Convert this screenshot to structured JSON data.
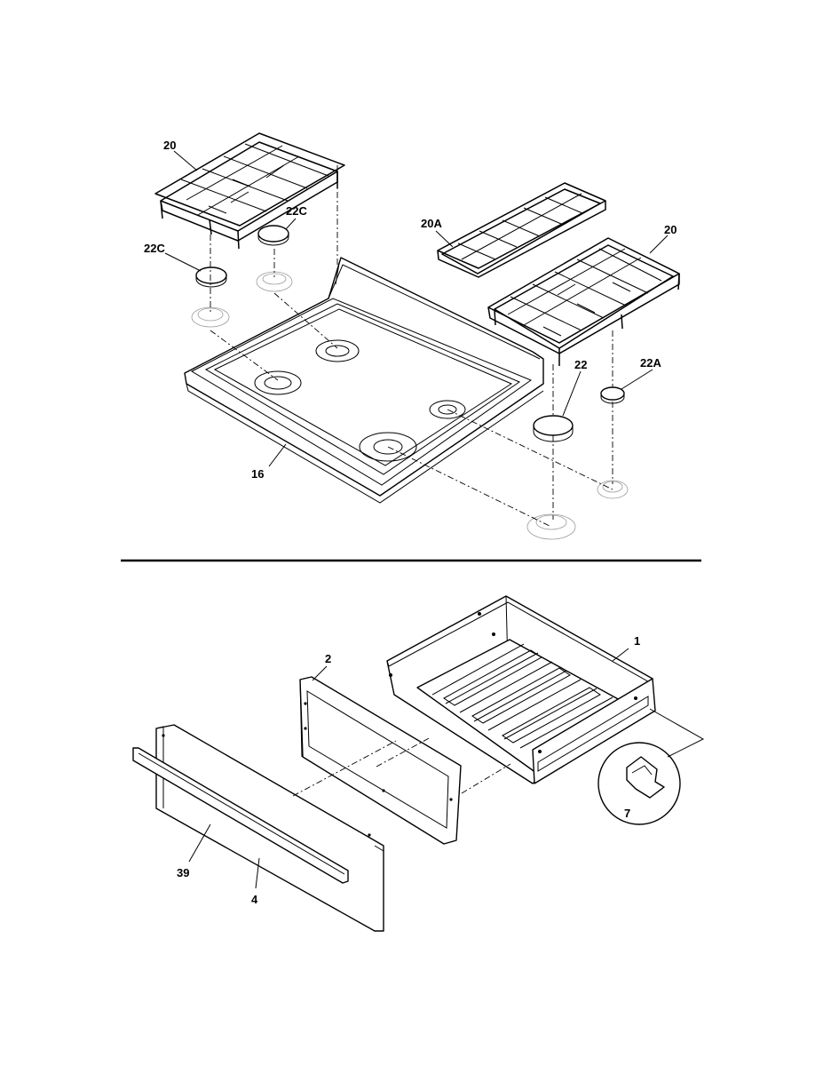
{
  "callouts": {
    "grate_left": "20",
    "cap_22c_upper": "22C",
    "cap_22c_left": "22C",
    "grate_20a": "20A",
    "grate_right": "20",
    "cap_22": "22",
    "cap_22a": "22A",
    "cooktop": "16",
    "drawer_body": "1",
    "drawer_frame": "2",
    "drawer_panel": "4",
    "drawer_handle": "39",
    "clip": "7"
  }
}
